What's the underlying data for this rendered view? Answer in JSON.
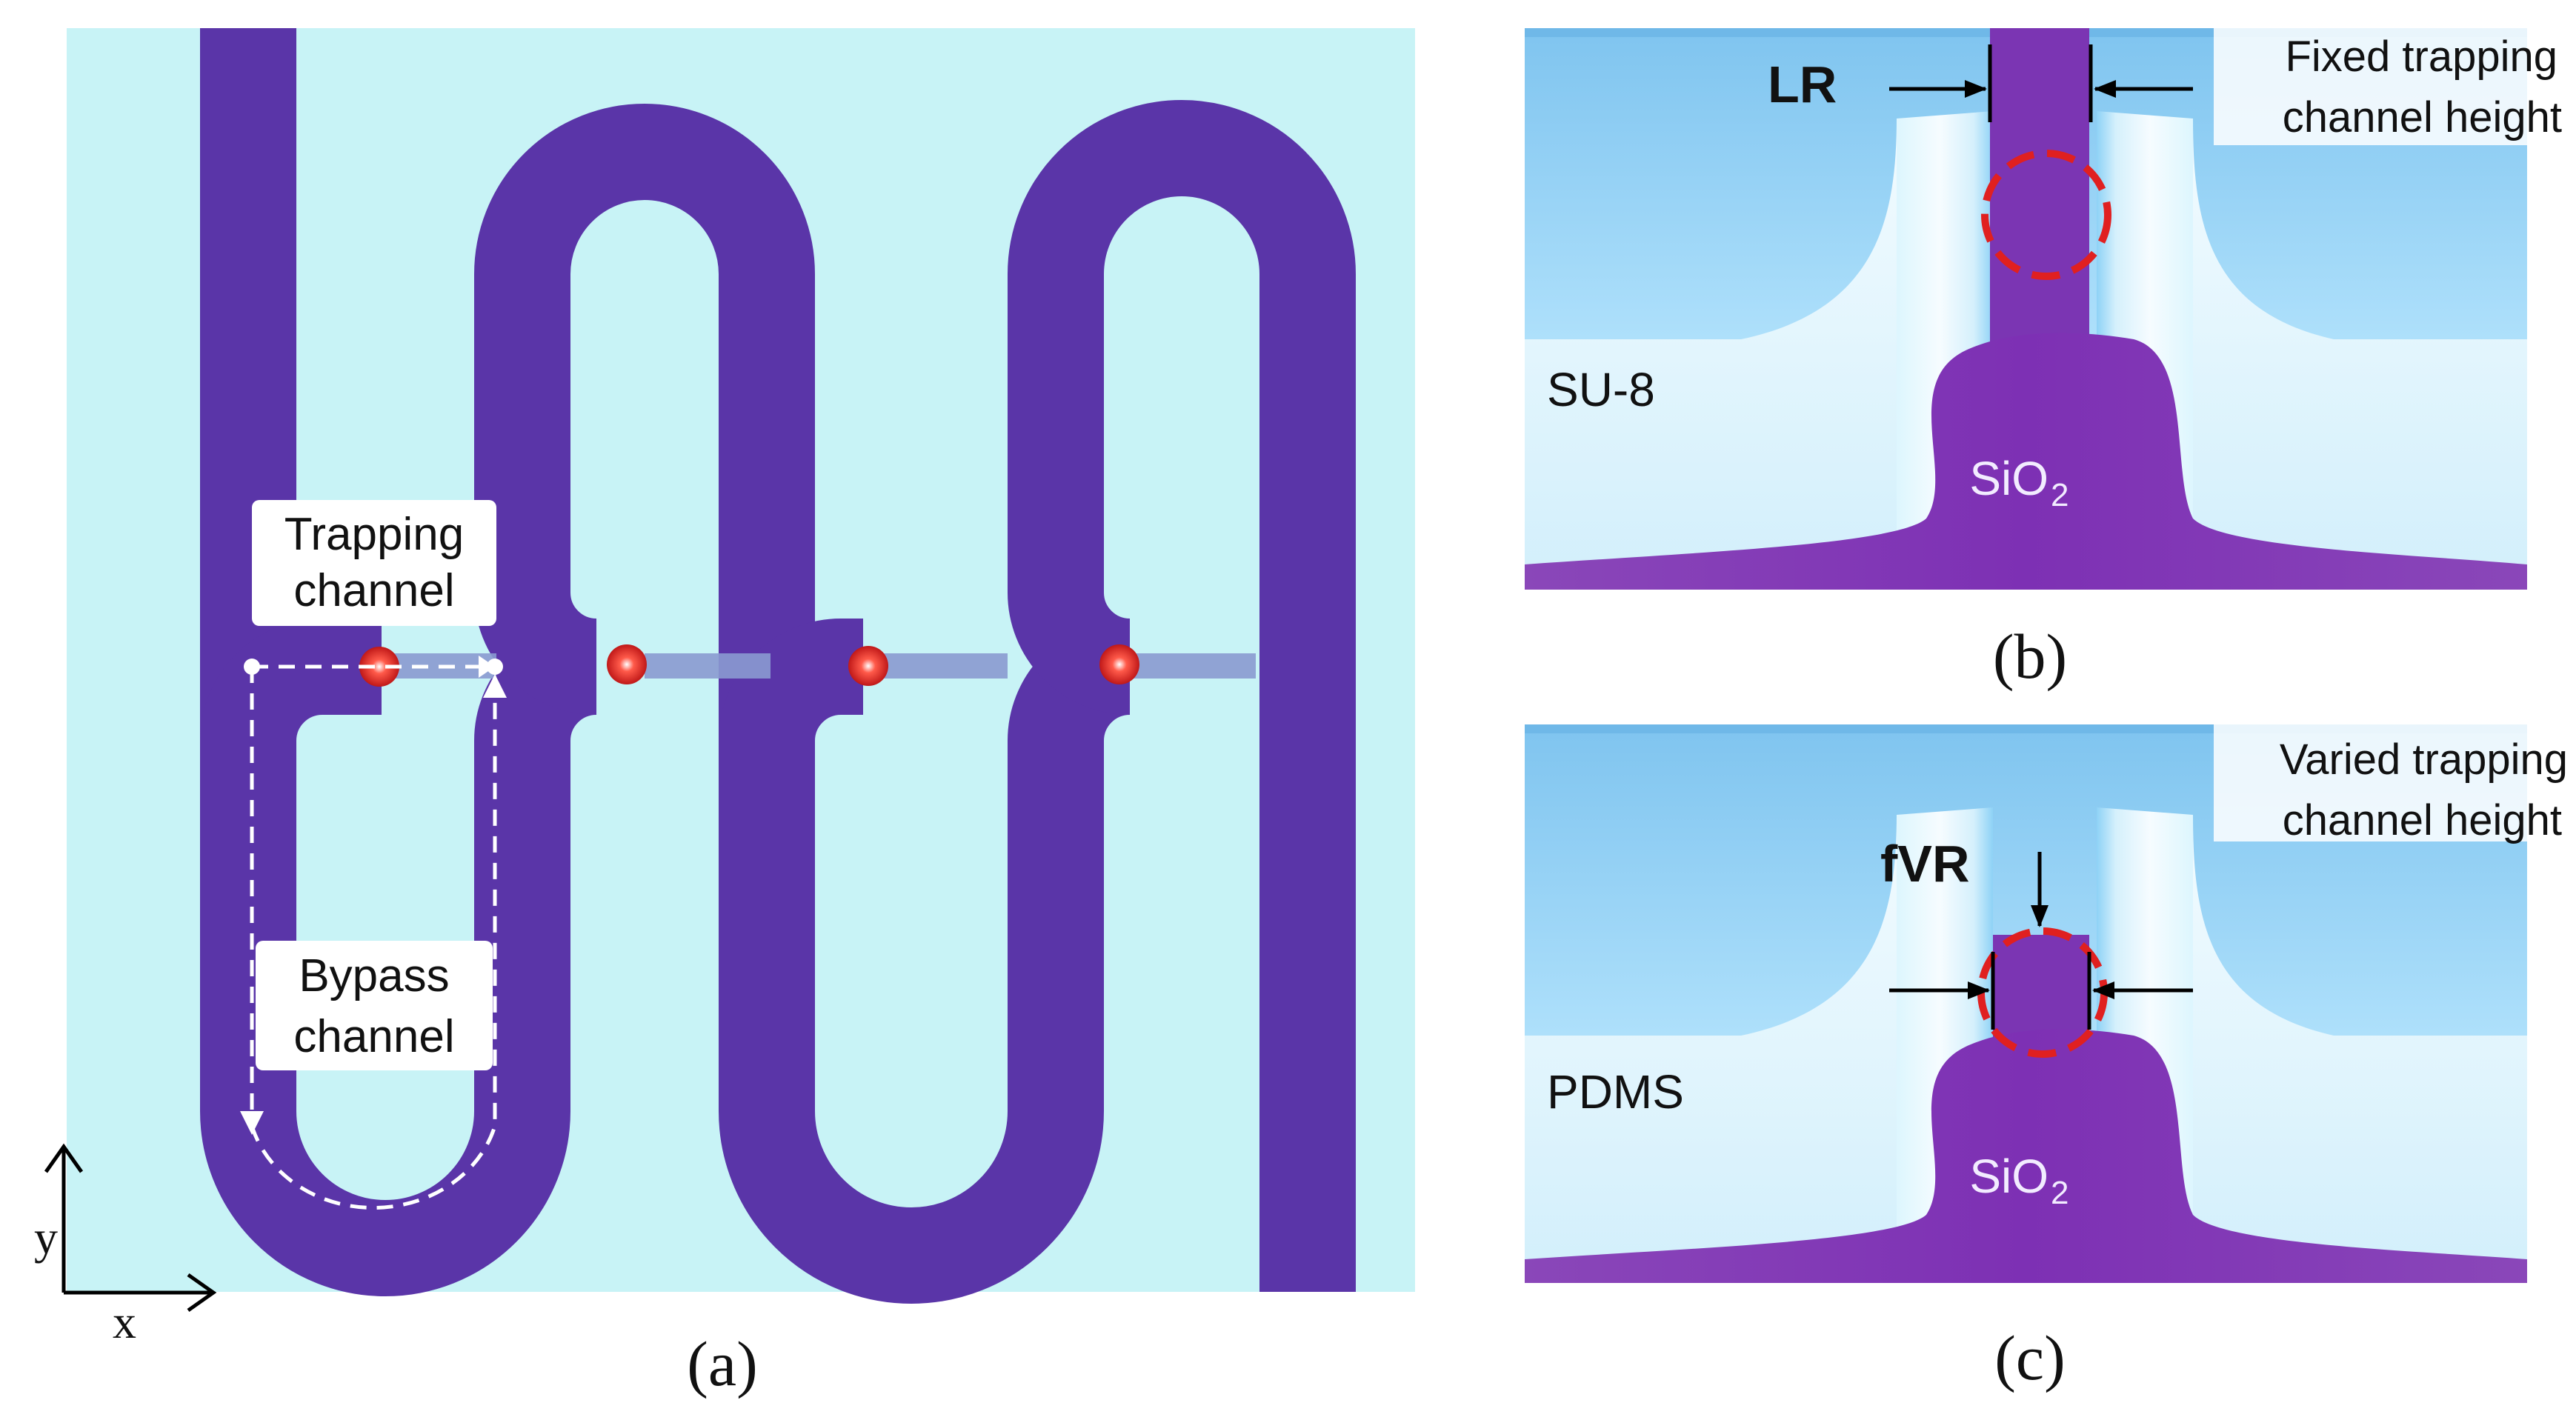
{
  "panel_a": {
    "caption": "(a)",
    "trapping_label_line1": "Trapping",
    "trapping_label_line2": "channel",
    "bypass_label_line1": "Bypass",
    "bypass_label_line2": "channel",
    "axis_x": "x",
    "axis_y": "y"
  },
  "panel_b": {
    "caption": "(b)",
    "dimension_label": "LR",
    "note_line1": "Fixed trapping",
    "note_line2": "channel height",
    "layer_label": "SU-8",
    "substrate_main": "SiO",
    "substrate_sub": "2"
  },
  "panel_c": {
    "caption": "(c)",
    "dimension_label": "fVR",
    "note_line1": "Varied trapping",
    "note_line2": "channel height",
    "layer_label": "PDMS",
    "substrate_main": "SiO",
    "substrate_sub": "2"
  },
  "colors": {
    "channel_purple": "#5a35a8",
    "background_cyan": "#c8f3f6",
    "highlight_red": "#e02020",
    "wall_blue": "#a9dcf9",
    "substrate_purple": "#8a3fb8"
  }
}
